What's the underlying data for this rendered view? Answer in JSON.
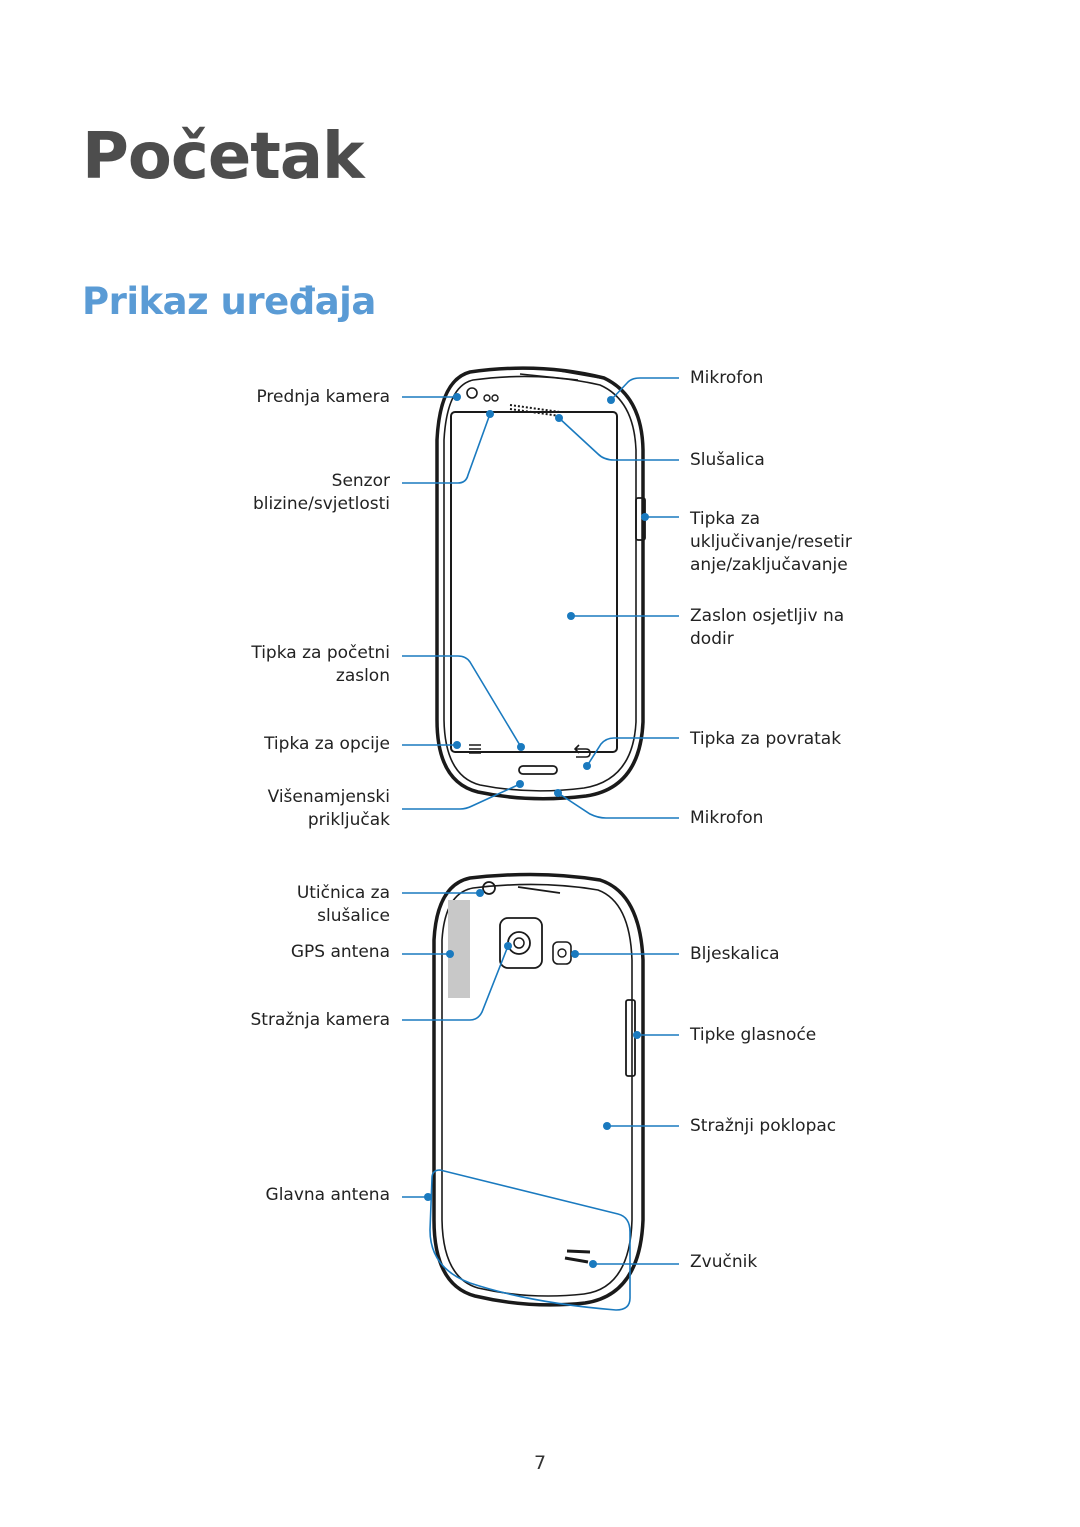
{
  "chapter_title": "Početak",
  "section_title": "Prikaz uređaja",
  "front_labels_left": {
    "front_camera": "Prednja kamera",
    "proximity_sensor": [
      "Senzor",
      "blizine/svjetlosti"
    ],
    "home_key": [
      "Tipka za početni",
      "zaslon"
    ],
    "options_key": "Tipka za opcije",
    "multipurpose_jack": [
      "Višenamjenski",
      "priključak"
    ]
  },
  "front_labels_right": {
    "microphone_top": "Mikrofon",
    "earpiece": "Slušalica",
    "power_key": [
      "Tipka za",
      "uključivanje/resetir",
      "anje/zaključavanje"
    ],
    "touch_screen": [
      "Zaslon osjetljiv na",
      "dodir"
    ],
    "back_key": "Tipka za povratak",
    "microphone_bottom": "Mikrofon"
  },
  "back_labels_left": {
    "headset_jack": [
      "Utičnica za",
      "slušalice"
    ],
    "gps_antenna": "GPS antena",
    "rear_camera": "Stražnja kamera",
    "main_antenna": "Glavna antena"
  },
  "back_labels_right": {
    "flash": "Bljeskalica",
    "volume_keys": "Tipke glasnoće",
    "back_cover": "Stražnji poklopac",
    "speaker": "Zvučnik"
  },
  "page_number": "7",
  "colors": {
    "callout": "#1a7abf",
    "heading": "#4d4d4d",
    "section": "#5a9bd5",
    "gps_antenna_fill": "#c8c8c8"
  }
}
